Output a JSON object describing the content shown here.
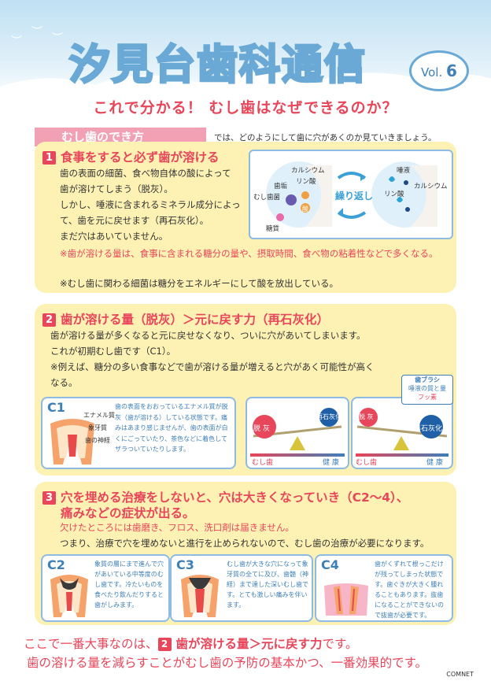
{
  "header": {
    "title": "汐見台歯科通信",
    "vol_prefix": "Vol.",
    "vol_number": "6"
  },
  "subtitle": "これで分かる！ むし歯はなぜできるのか？",
  "how": {
    "label": "むし歯のでき方",
    "text": "では、どのようにして歯に穴があくのか見ていきましょう。"
  },
  "section1": {
    "number": "1",
    "heading": "食事をすると必ず歯が溶ける",
    "lines": [
      "歯の表面の細菌、食べ物自体の酸によって",
      "歯が溶けてしまう（脱灰）。",
      "しかし、唾液に含まれるミネラル成分によっ",
      "て、歯を元に戻せます（再石灰化）。",
      "まだ穴はあいていません。"
    ],
    "note_red": "※歯が溶ける量は、食事に含まれる糖分の量や、摂取時間、食べ物の粘着性などで多くなる。",
    "note": "※むし歯に関わる細菌は糖分をエネルギーにして酸を放出している。",
    "diagram": {
      "calcium": "カルシウム",
      "phosphate": "リン酸",
      "plaque": "歯垢",
      "bacteria": "むし歯菌",
      "acid": "酸",
      "sugar": "糖質",
      "repeat": "繰り返し",
      "saliva": "唾液",
      "phosphate2": "リン酸",
      "calcium2": "カルシウム"
    }
  },
  "section2": {
    "number": "2",
    "heading": "歯が溶ける量（脱灰）＞元に戻す力（再石灰化）",
    "lines": [
      "歯が溶ける量が多くなると元に戻せなくなり、ついに穴があいてしまいます。",
      "これが初期むし歯です（C1）。",
      "※例えば、糖分の多い食事などで歯が溶ける量が増えると穴があく可能性が高く",
      "なる。"
    ],
    "c1": {
      "label": "C1",
      "enamel": "エナメル質",
      "dentin": "象牙質",
      "nerve": "歯の神経",
      "text": "歯の表面をおおっているエナメル質が脱灰（歯が溶ける）している状態です。痛みはあまり感じませんが、歯の表面が白くにごっていたり、茶色などに着色してザラついていたりします。"
    },
    "balance1": {
      "left": "脱 灰",
      "right": "再石灰化",
      "bar_left": "むし歯",
      "bar_right": "健 康"
    },
    "balance2": {
      "callout_title": "歯ブラシ",
      "callout_mid": "唾液の質と量",
      "callout_bottom": "フッ素",
      "left": "脱 灰",
      "right": "再石灰化",
      "bar_left": "むし歯",
      "bar_right": "健 康"
    }
  },
  "section3": {
    "number": "3",
    "heading_line1": "穴を埋める治療をしないと、穴は大きくなっていき（C2〜4）、",
    "heading_line2": "痛みなどの症状が出る。",
    "red_line": "欠けたところには歯磨き、フロス、洗口剤は届きません。",
    "line": "つまり、治療で穴を埋めないと進行を止められないので、むし歯の治療が必要になります。",
    "c2": {
      "label": "C2",
      "text": "象質の層にまで進んで穴があいている中等度のむし歯です。冷たいものを食べたり飲んだりすると歯がしみます。"
    },
    "c3": {
      "label": "C3",
      "text": "むし歯が大きな穴になって象牙質の全てに及び、歯髄（神経）まで達した深いむし歯です。とても激しい痛みを伴います。"
    },
    "c4": {
      "label": "C4",
      "text": "歯がくずれて根っこだけが残ってしまった状態です。歯ぐきが大きく腫れることもあります。抜歯になることができないので抜歯が必要です。"
    }
  },
  "bottom": {
    "line1_pre": "ここで一番大事なのは、",
    "line1_num": "2",
    "line1_bold": "歯が溶ける量＞元に戻す力",
    "line1_post": "です。",
    "line2": "歯の溶ける量を減らすことがむし歯の予防の基本かつ、一番効果的です。"
  },
  "footer": "COMNET",
  "colors": {
    "accent_red": "#e8465a",
    "accent_blue": "#3d7fb8",
    "section_bg": "#fdf1b4",
    "card_border": "#8dbbe3"
  }
}
